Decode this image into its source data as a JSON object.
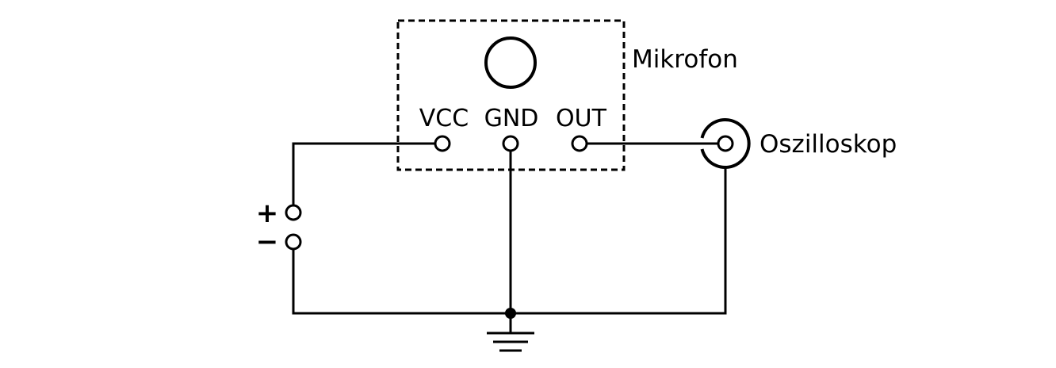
{
  "diagram": {
    "module_label": "Mikrofon",
    "pins": {
      "vcc": "VCC",
      "gnd": "GND",
      "out": "OUT"
    },
    "scope_label": "Oszilloskop",
    "supply": {
      "plus": "+",
      "minus": "−"
    },
    "colors": {
      "line": "#000000",
      "background": "#ffffff"
    }
  }
}
